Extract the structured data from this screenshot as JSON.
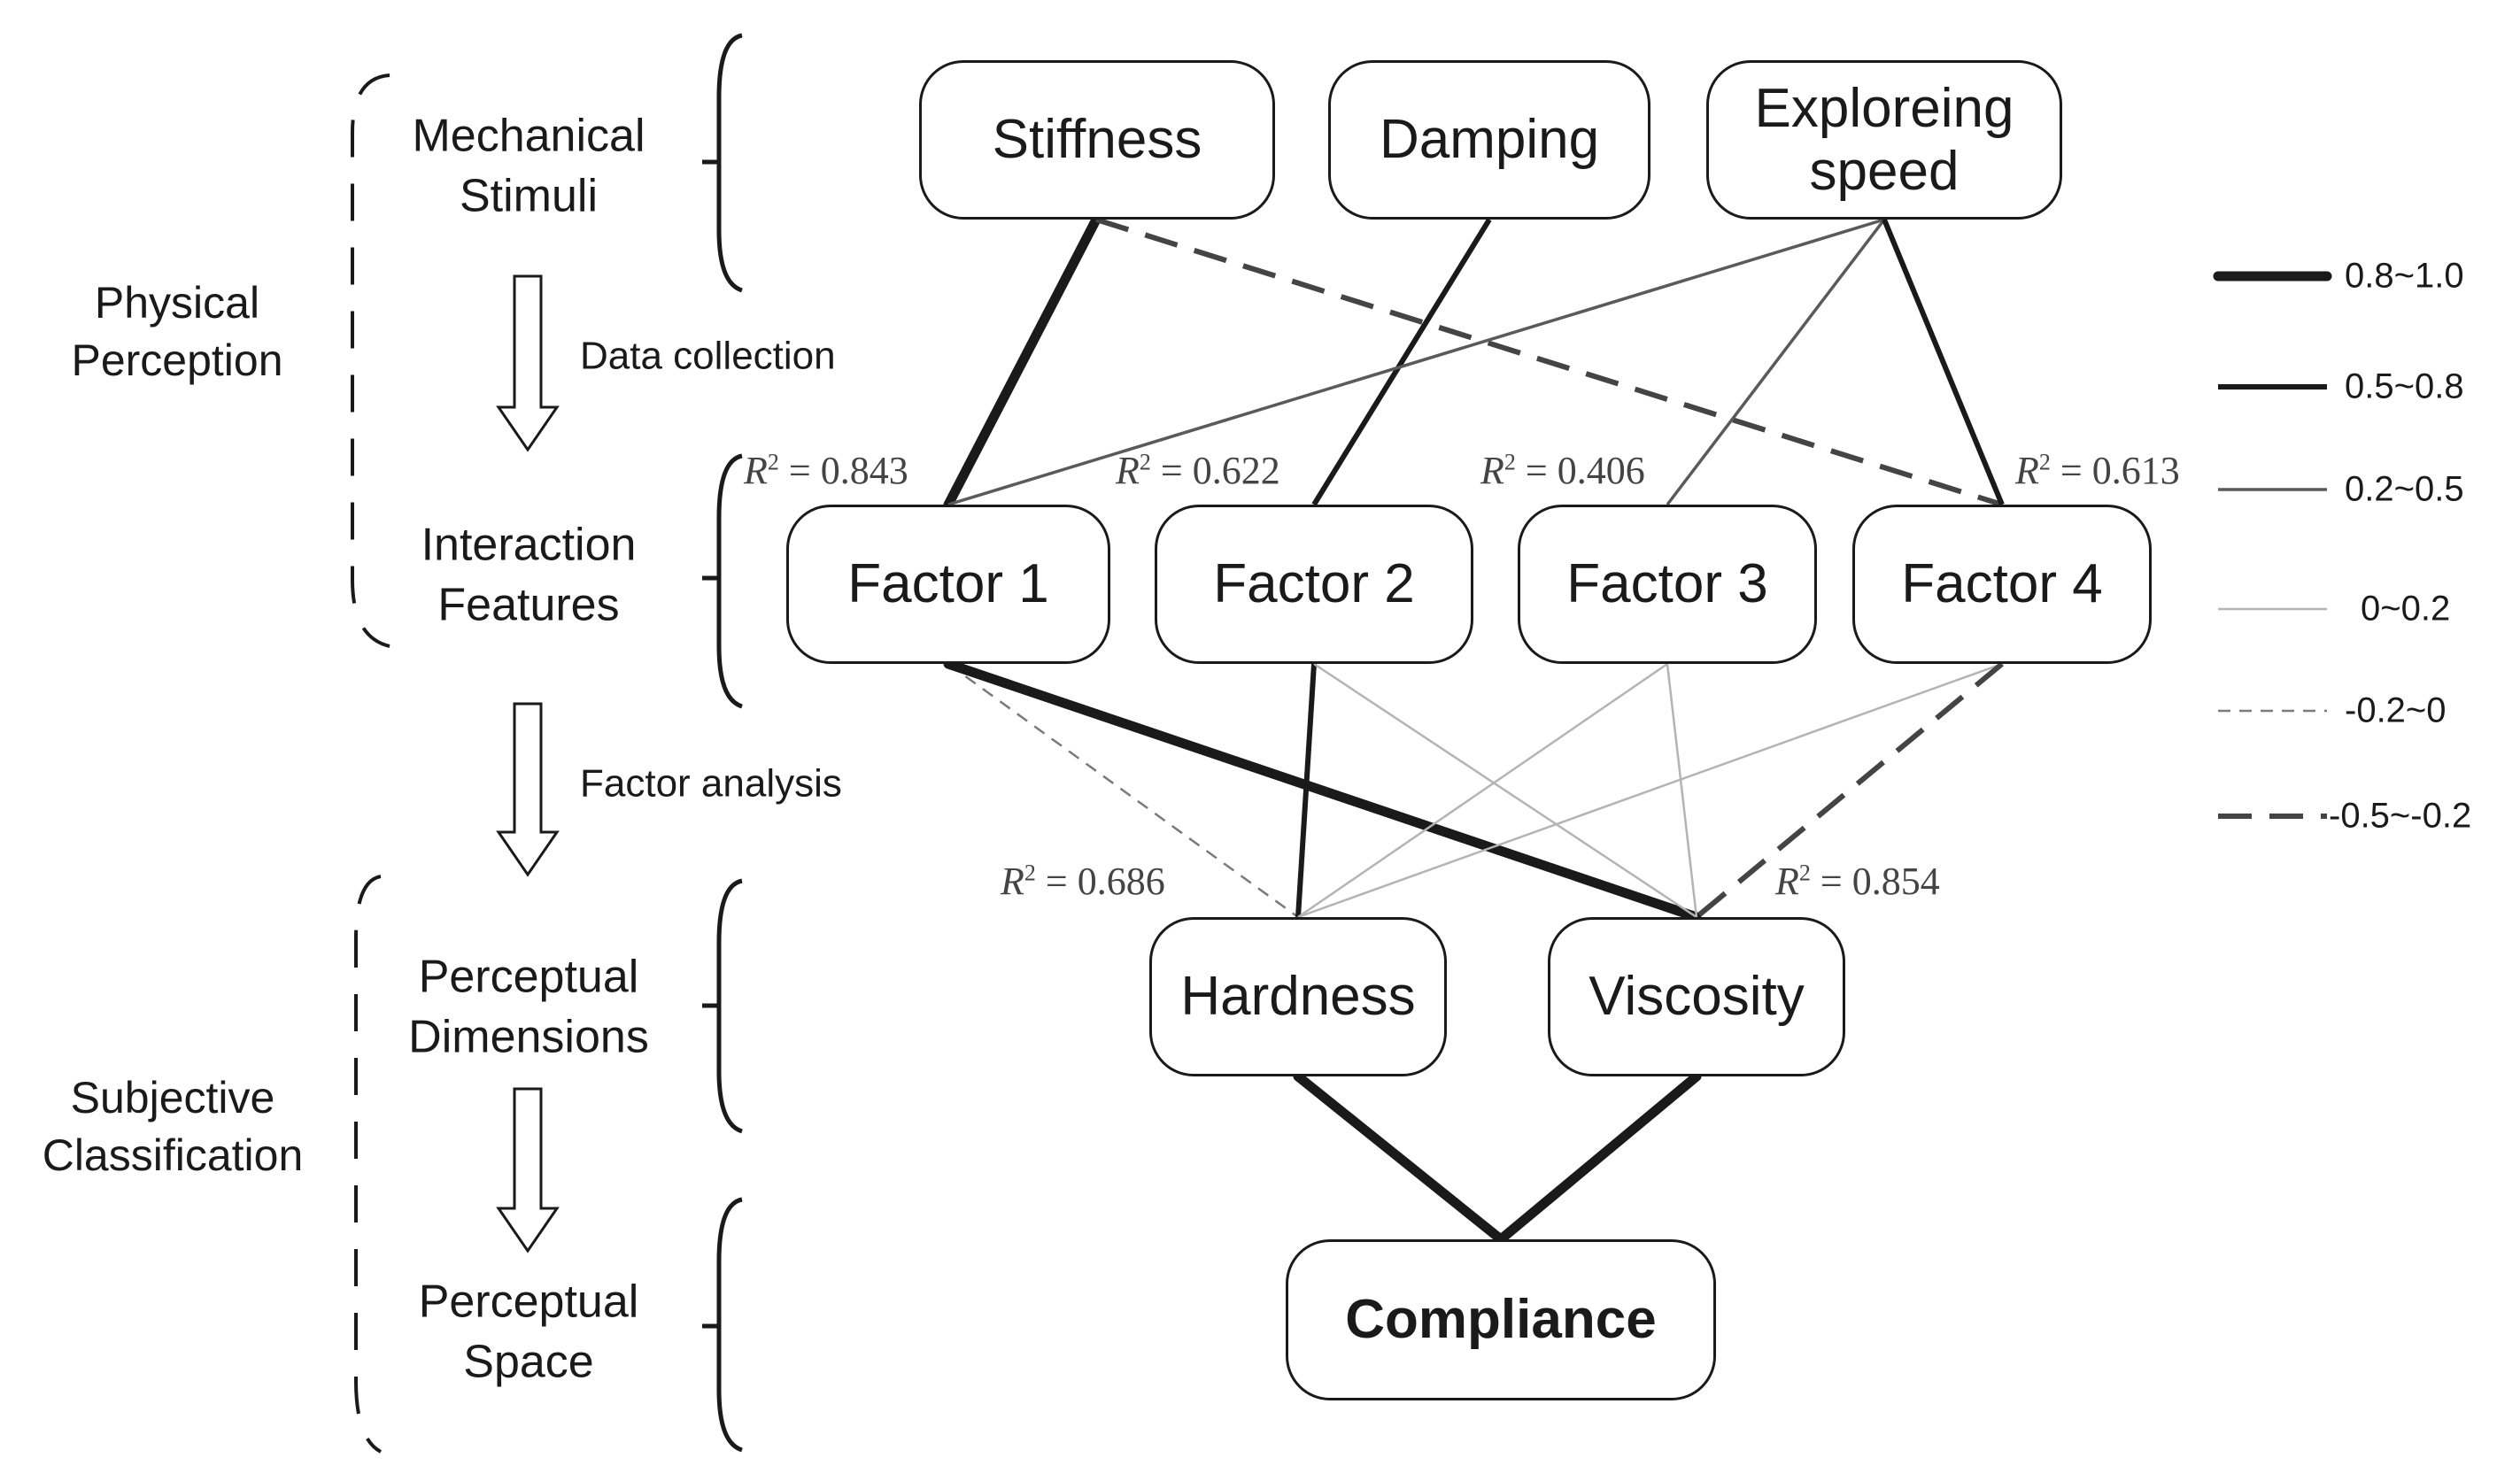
{
  "stages": [
    {
      "id": "physical",
      "label_l1": "Physical",
      "label_l2": "Perception"
    },
    {
      "id": "subjective",
      "label_l1": "Subjective",
      "label_l2": "Classification"
    }
  ],
  "groups": [
    {
      "id": "mechanical",
      "label_l1": "Mechanical",
      "label_l2": "Stimuli"
    },
    {
      "id": "interaction",
      "label_l1": "Interaction",
      "label_l2": "Features"
    },
    {
      "id": "dimensions",
      "label_l1": "Perceptual",
      "label_l2": "Dimensions"
    },
    {
      "id": "space",
      "label_l1": "Perceptual",
      "label_l2": "Space"
    }
  ],
  "steps": [
    {
      "id": "data-collection",
      "label": "Data collection"
    },
    {
      "id": "factor-analysis",
      "label": "Factor analysis"
    }
  ],
  "nodes": {
    "stiffness": {
      "label": "Stiffness"
    },
    "damping": {
      "label": "Damping"
    },
    "speed": {
      "label_l1": "Exploreing",
      "label_l2": "speed"
    },
    "factor1": {
      "label": "Factor 1"
    },
    "factor2": {
      "label": "Factor 2"
    },
    "factor3": {
      "label": "Factor 3"
    },
    "factor4": {
      "label": "Factor 4"
    },
    "hardness": {
      "label": "Hardness"
    },
    "viscosity": {
      "label": "Viscosity"
    },
    "compliance": {
      "label": "Compliance"
    }
  },
  "r2": {
    "prefix": "R",
    "sup": "2",
    "factor1": " = 0.843",
    "factor2": " = 0.622",
    "factor3": " = 0.406",
    "factor4": " = 0.613",
    "hardness": " = 0.686",
    "viscosity": " = 0.854"
  },
  "legend": [
    {
      "id": "l1",
      "label": "0.8~1.0",
      "style": "thick"
    },
    {
      "id": "l2",
      "label": "0.5~0.8",
      "style": "medium"
    },
    {
      "id": "l3",
      "label": "0.2~0.5",
      "style": "thin"
    },
    {
      "id": "l4",
      "label": "0~0.2",
      "style": "light"
    },
    {
      "id": "l5",
      "label": "-0.2~0",
      "style": "dash-light"
    },
    {
      "id": "l6",
      "label": "-0.5~-0.2",
      "style": "dash-heavy"
    }
  ],
  "edges": [
    {
      "from": "stiffness",
      "to": "factor1",
      "style": "thick"
    },
    {
      "from": "stiffness",
      "to": "factor4",
      "style": "dash-heavy"
    },
    {
      "from": "damping",
      "to": "factor2",
      "style": "medium"
    },
    {
      "from": "speed",
      "to": "factor1",
      "style": "thin"
    },
    {
      "from": "speed",
      "to": "factor3",
      "style": "thin"
    },
    {
      "from": "speed",
      "to": "factor4",
      "style": "medium"
    },
    {
      "from": "factor1",
      "to": "hardness",
      "style": "dash-light"
    },
    {
      "from": "factor1",
      "to": "viscosity",
      "style": "thick"
    },
    {
      "from": "factor2",
      "to": "hardness",
      "style": "medium"
    },
    {
      "from": "factor2",
      "to": "viscosity",
      "style": "light"
    },
    {
      "from": "factor3",
      "to": "hardness",
      "style": "light"
    },
    {
      "from": "factor3",
      "to": "viscosity",
      "style": "light"
    },
    {
      "from": "factor4",
      "to": "hardness",
      "style": "light"
    },
    {
      "from": "factor4",
      "to": "viscosity",
      "style": "dash-heavy"
    },
    {
      "from": "hardness",
      "to": "compliance",
      "style": "thick"
    },
    {
      "from": "viscosity",
      "to": "compliance",
      "style": "thick"
    }
  ]
}
